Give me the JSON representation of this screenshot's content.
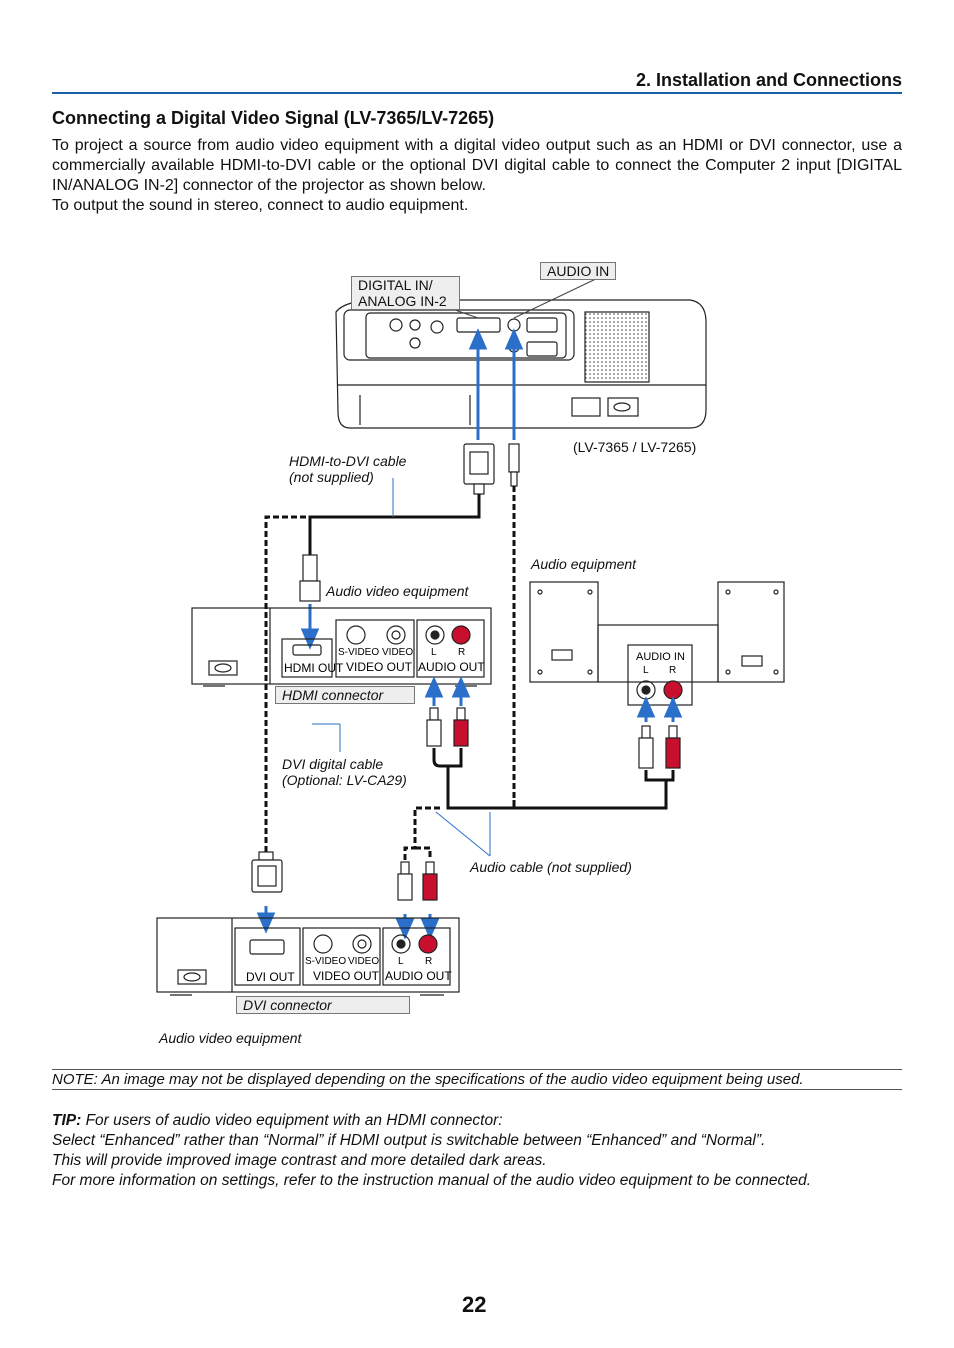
{
  "header": {
    "section": "2. Installation and Connections"
  },
  "title": "Connecting a Digital Video Signal (LV-7365/LV-7265)",
  "intro": {
    "p1": "To project a source from audio video equipment with a digital video output such as an HDMI or DVI connector, use a commercially available HDMI-to-DVI cable or the optional DVI digital cable to connect the Computer 2 input [DIGITAL IN/ANALOG IN-2] connector of the projector as shown below.",
    "p2": "To output the sound in stereo, connect to audio equipment."
  },
  "diagram": {
    "digital_in_l1": "DIGITAL IN/",
    "digital_in_l2": "ANALOG IN-2",
    "audio_in": "AUDIO IN",
    "model": "(LV-7365 / LV-7265)",
    "hdmi_cable_l1": "HDMI-to-DVI cable",
    "hdmi_cable_l2": "(not supplied)",
    "audio_equipment": "Audio equipment",
    "av_equipment_top": "Audio video equipment",
    "hdmi_connector": "HDMI connector",
    "dvi_cable_l1": "DVI digital cable",
    "dvi_cable_l2": "(Optional: LV-CA29)",
    "audio_cable": "Audio cable (not supplied)",
    "dvi_connector": "DVI connector",
    "av_equipment_bottom": "Audio video equipment",
    "panel": {
      "svideo": "S-VIDEO",
      "video": "VIDEO",
      "video_out": "VIDEO OUT",
      "audio_out": "AUDIO OUT",
      "l": "L",
      "r": "R",
      "hdmi_out": "HDMI OUT",
      "dvi_out": "DVI OUT",
      "audio_in": "AUDIO IN"
    }
  },
  "note": "NOTE: An image may not be displayed depending on the specifications of the audio video equipment being used.",
  "tip": {
    "label": "TIP:",
    "l1": " For users of audio video equipment with an HDMI connector:",
    "l2": "Select “Enhanced” rather than “Normal” if HDMI output is switchable between “Enhanced” and “Normal”.",
    "l3": "This will provide improved image contrast and more detailed dark areas.",
    "l4": "For more information on settings, refer to the instruction manual of the audio video equipment to be connected."
  },
  "page_number": "22",
  "colors": {
    "accent": "#1a5fa8",
    "arrow": "#2a6fc9",
    "red_plug": "#c8102e"
  }
}
